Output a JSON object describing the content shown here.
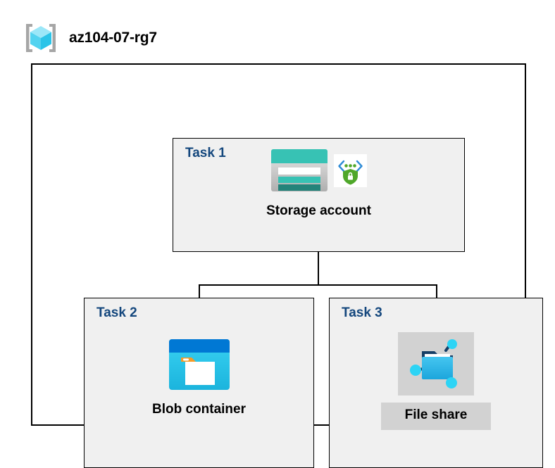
{
  "header": {
    "icon": "resource-group-cube-icon",
    "title": "az104-07-rg7"
  },
  "diagram": {
    "type": "azure-architecture",
    "container_name": "az104-07-rg7",
    "tasks": [
      {
        "label": "Task 1",
        "node": {
          "caption": "Storage account",
          "icons": [
            "storage-account-icon",
            "security-shield-icon"
          ],
          "highlighted": false
        }
      },
      {
        "label": "Task 2",
        "node": {
          "caption": "Blob container",
          "icons": [
            "blob-container-icon"
          ],
          "highlighted": false
        }
      },
      {
        "label": "Task 3",
        "node": {
          "caption": "File share",
          "icons": [
            "file-share-icon"
          ],
          "highlighted": true
        }
      }
    ],
    "connections": [
      {
        "from": "Storage account",
        "to": "Blob container"
      },
      {
        "from": "Storage account",
        "to": "File share"
      }
    ]
  },
  "colors": {
    "task_label": "#14477D",
    "box_fill": "#F0F0F0",
    "border": "#000000",
    "highlight": "#D2D2D2",
    "storage_teal": "#37C2B4",
    "storage_teal_dark": "#1F8A7E",
    "blob_blue": "#0078D4",
    "blob_cyan": "#32CCEE",
    "blob_orange": "#F59B28",
    "share_blue": "#32B7E8",
    "shield_green": "#4FA72A",
    "cube_cyan": "#63DCF5"
  }
}
